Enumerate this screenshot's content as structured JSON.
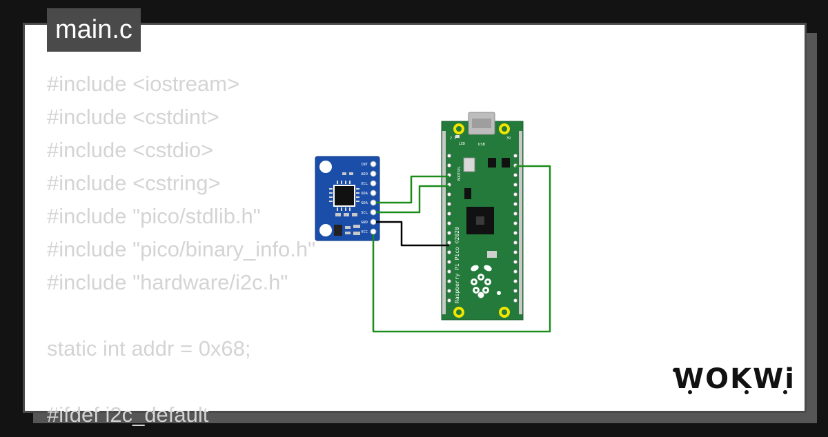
{
  "editor": {
    "file_tab": "main.c",
    "code_lines": [
      "#include <iostream>",
      "#include <cstdint>",
      "#include <cstdio>",
      "#include <cstring>",
      "#include \"pico/stdlib.h\"",
      "#include \"pico/binary_info.h\"",
      "#include \"hardware/i2c.h\"",
      "",
      "static int addr = 0x68;",
      "",
      "#ifdef i2c_default"
    ]
  },
  "sensor_module": {
    "pin_labels": [
      "INT",
      "ADO",
      "XCL",
      "XDA",
      "SDA",
      "SCL",
      "GND",
      "VCC"
    ]
  },
  "pico_board": {
    "usb_label": "USB",
    "led_label": "LED",
    "bootsel_label": "BOOTSEL",
    "silkscreen_label": "Raspberry Pi Pico ©2020",
    "pin_number_left": "1",
    "pin_number_top_left": "2",
    "pin_number_top_right": "39"
  },
  "brand": {
    "logo_text": "WOKWi"
  },
  "colors": {
    "background": "#131313",
    "card": "#ffffff",
    "card_border": "#4a4a4a",
    "tab_bg": "#4a4a4a",
    "code_text": "#d4d4d4",
    "pico_green": "#237a3a",
    "sensor_blue": "#1a4ea8",
    "wire_green": "#1a8c1a",
    "wire_black": "#000000",
    "pad_yellow": "#f2e600"
  }
}
